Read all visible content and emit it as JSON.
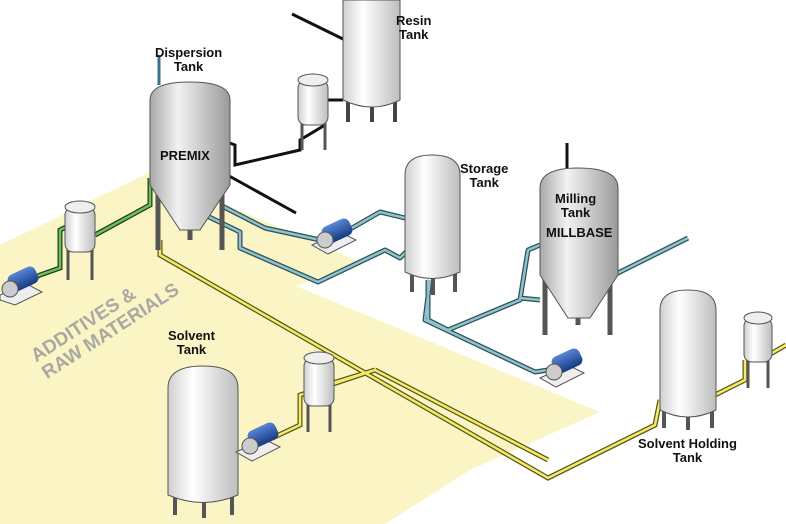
{
  "labels": {
    "resin_tank": [
      "Resin",
      "Tank"
    ],
    "dispersion_tank": [
      "Dispersion",
      "Tank"
    ],
    "premix": "PREMIX",
    "storage_tank": [
      "Storage",
      "Tank"
    ],
    "milling_tank": [
      "Milling",
      "Tank"
    ],
    "millbase": "MILLBASE",
    "solvent_tank": [
      "Solvent",
      "Tank"
    ],
    "solvent_holding_tank": [
      "Solvent Holding",
      "Tank"
    ],
    "area": [
      "ADDITIVES &",
      "RAW MATERIALS"
    ]
  },
  "colors": {
    "floor": "#fbf5c6",
    "pipe_black": "#111111",
    "pipe_teal": "#5d95a0",
    "pipe_green": "#3e7a3a",
    "pipe_yellow": "#d9d24a",
    "pump_blue": "#1f4fa6"
  }
}
